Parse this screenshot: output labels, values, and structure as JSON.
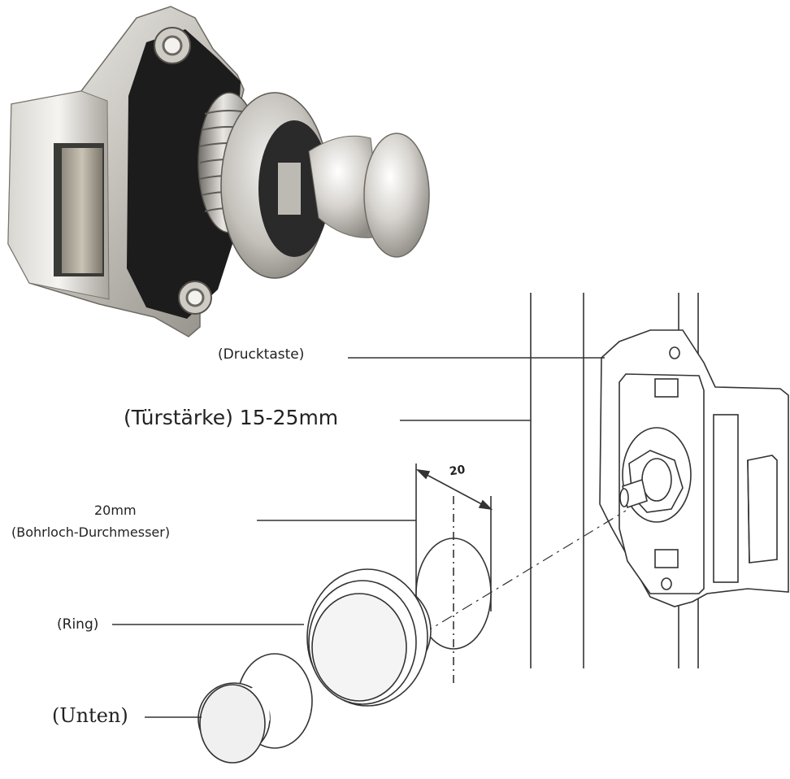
{
  "labels": {
    "drucktaste": "(Drucktaste)",
    "tuerstaerke": "(Türstärke) 15-25mm",
    "bohrloch_size": "20mm",
    "bohrloch_desc": "(Bohrloch-Durchmesser)",
    "ring": "(Ring)",
    "unten": "(Unten)",
    "dimension": "20"
  },
  "colors": {
    "metal_light": "#e8e6e2",
    "metal_mid": "#b9b6b0",
    "metal_dark": "#6e6a64",
    "gasket": "#1c1c1c",
    "line": "#333333"
  }
}
